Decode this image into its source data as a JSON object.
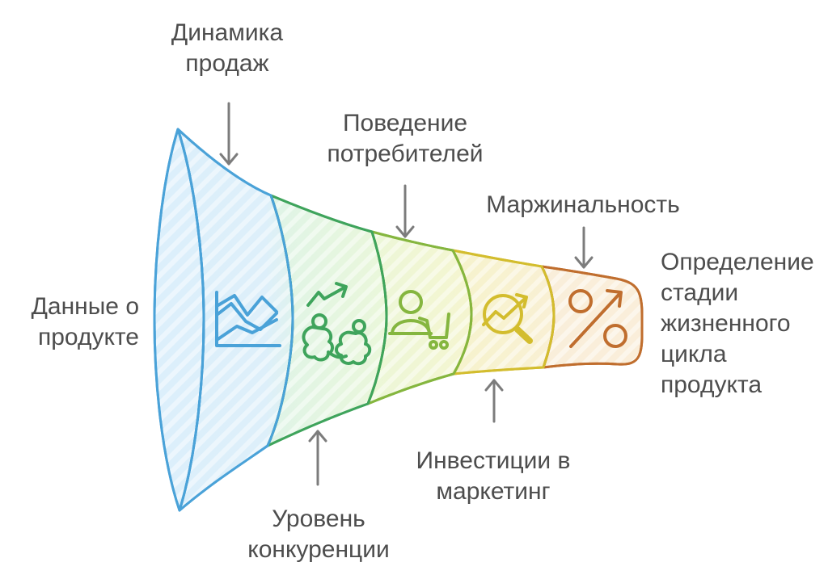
{
  "diagram": {
    "type": "horizontal-funnel",
    "description": "Product lifecycle stage determination funnel",
    "text_color": "#4d4d4d",
    "arrow_color": "#7c7c7c",
    "background": "#ffffff",
    "segments": [
      {
        "id": "sales-dynamics",
        "icon": "line-chart-icon",
        "stroke": "#4aa2d8",
        "fill": "#dceffb"
      },
      {
        "id": "competition-level",
        "icon": "competition-icon",
        "stroke": "#3fa45c",
        "fill": "#e2f5e4"
      },
      {
        "id": "consumer-behavior",
        "icon": "shopper-cart-icon",
        "stroke": "#85b63f",
        "fill": "#edf7d7"
      },
      {
        "id": "marketing-investment",
        "icon": "magnifier-trend-icon",
        "stroke": "#d3bd2e",
        "fill": "#f7f3cd"
      },
      {
        "id": "marginality",
        "icon": "percent-arrow-icon",
        "stroke": "#c06e2e",
        "fill": "#f9eeda"
      }
    ]
  },
  "labels": {
    "sales_dynamics": "Динамика\nпродаж",
    "consumer_behavior": "Поведение\nпотребителей",
    "marginality": "Маржинальность",
    "product_data": "Данные о\nпродукте",
    "lifecycle_stage": "Определение\nстадии\nжизненного\nцикла\nпродукта",
    "competition_level": "Уровень\nконкуренции",
    "marketing_investment": "Инвестиции в\nмаркетинг"
  }
}
